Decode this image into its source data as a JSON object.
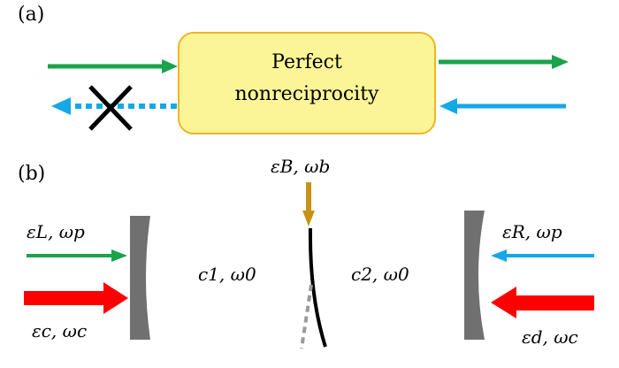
{
  "panel_a": {
    "label": "(a)",
    "box_line1": "Perfect",
    "box_line2": "nonreciprocity"
  },
  "panel_b": {
    "label": "(b)",
    "top_label": "εB, ωb",
    "left_top_label": "εL, ωp",
    "left_bottom_label": "εc, ωc",
    "cavity1_label": "c1, ω0",
    "cavity2_label": "c2, ω0",
    "right_top_label": "εR, ωp",
    "right_bottom_label": "εd, ωc"
  },
  "colors": {
    "green": "#1aa34a",
    "blue": "#14a8e6",
    "red": "#ff0000",
    "gold": "#c79316",
    "mirror": "#707070",
    "box_fill": "#fbf597",
    "box_border": "#f1b423"
  }
}
